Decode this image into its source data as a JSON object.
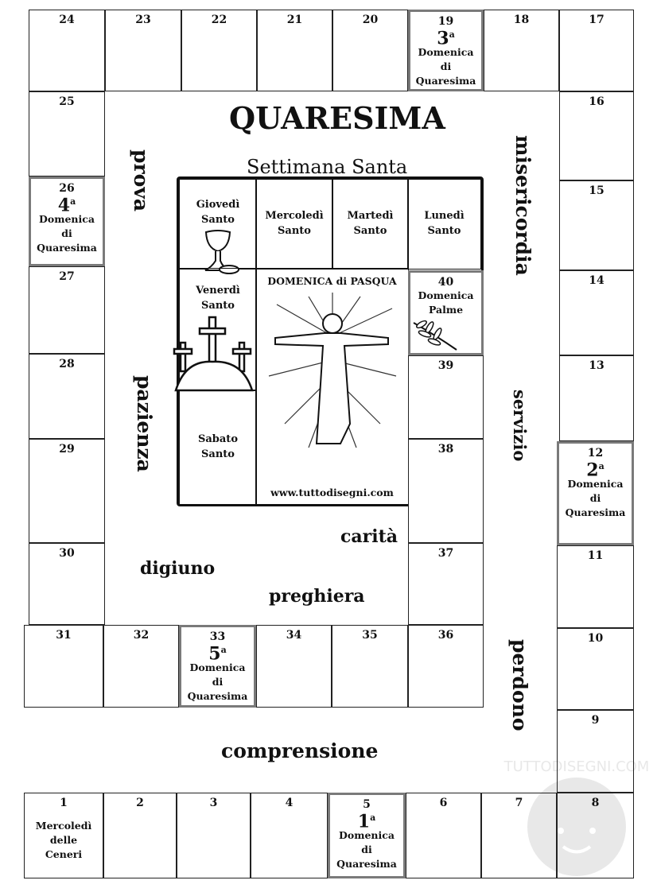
{
  "title": "QUARESIMA",
  "holy_week_title": "Settimana Santa",
  "words": {
    "prova": "prova",
    "misericordia": "misericordia",
    "pazienza": "pazienza",
    "servizio": "servizio",
    "perdono": "perdono",
    "carita": "carità",
    "digiuno": "digiuno",
    "preghiera": "preghiera",
    "comprensione": "comprensione"
  },
  "cells": [
    {
      "n": "1",
      "label": [
        "Mercoledì",
        "delle",
        "Ceneri"
      ]
    },
    {
      "n": "2"
    },
    {
      "n": "3"
    },
    {
      "n": "4"
    },
    {
      "n": "5",
      "ord": "1",
      "sup": "a",
      "label": [
        "Domenica",
        "di",
        "Quaresima"
      ]
    },
    {
      "n": "6"
    },
    {
      "n": "7"
    },
    {
      "n": "8"
    },
    {
      "n": "9"
    },
    {
      "n": "10"
    },
    {
      "n": "11"
    },
    {
      "n": "12",
      "ord": "2",
      "sup": "a",
      "label": [
        "Domenica",
        "di",
        "Quaresima"
      ]
    },
    {
      "n": "13"
    },
    {
      "n": "14"
    },
    {
      "n": "15"
    },
    {
      "n": "16"
    },
    {
      "n": "17"
    },
    {
      "n": "18"
    },
    {
      "n": "19",
      "ord": "3",
      "sup": "a",
      "label": [
        "Domenica",
        "di",
        "Quaresima"
      ]
    },
    {
      "n": "20"
    },
    {
      "n": "21"
    },
    {
      "n": "22"
    },
    {
      "n": "23"
    },
    {
      "n": "24"
    },
    {
      "n": "25"
    },
    {
      "n": "26",
      "ord": "4",
      "sup": "a",
      "label": [
        "Domenica",
        "di",
        "Quaresima"
      ]
    },
    {
      "n": "27"
    },
    {
      "n": "28"
    },
    {
      "n": "29"
    },
    {
      "n": "30"
    },
    {
      "n": "31"
    },
    {
      "n": "32"
    },
    {
      "n": "33",
      "ord": "5",
      "sup": "a",
      "label": [
        "Domenica",
        "di",
        "Quaresima"
      ]
    },
    {
      "n": "34"
    },
    {
      "n": "35"
    },
    {
      "n": "36"
    },
    {
      "n": "37"
    },
    {
      "n": "38"
    },
    {
      "n": "39"
    },
    {
      "n": "40",
      "label": [
        "Domenica",
        "Palme"
      ]
    }
  ],
  "holy_week": {
    "giovedi": [
      "Giovedì",
      "Santo"
    ],
    "mercoledi": [
      "Mercoledì",
      "Santo"
    ],
    "martedi": [
      "Martedì",
      "Santo"
    ],
    "lunedi": [
      "Lunedì",
      "Santo"
    ],
    "venerdi": [
      "Venerdì",
      "Santo"
    ],
    "sabato": [
      "Sabato",
      "Santo"
    ],
    "pasqua": "DOMENICA di PASQUA",
    "website": "www.tuttodisegni.com"
  },
  "watermark": "TUTTODISEGNI.COM"
}
